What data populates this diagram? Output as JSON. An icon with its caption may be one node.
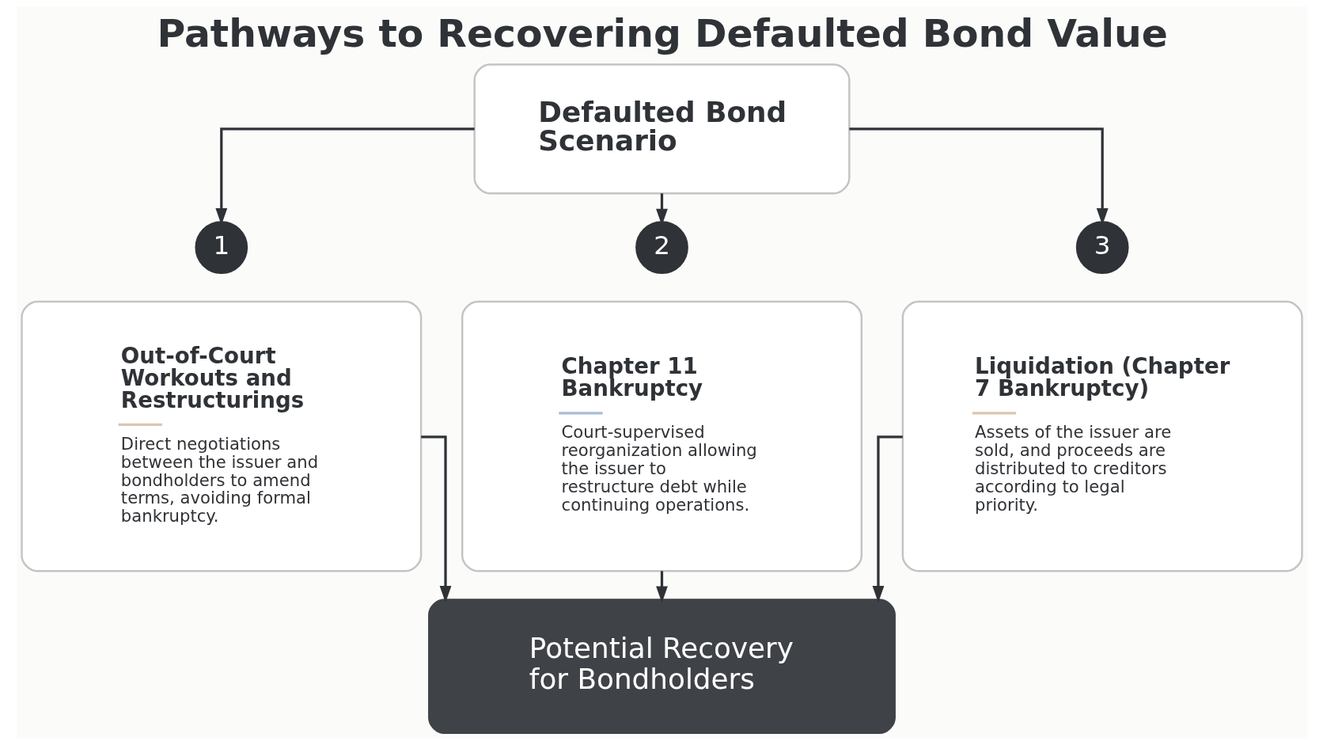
{
  "diagram": {
    "title": "Pathways to Recovering Defaulted Bond Value",
    "nodes": [
      {
        "text": [
          "Defaulted Bond Scenario"
        ]
      },
      {
        "text": [
          "1"
        ]
      },
      {
        "text": [
          "Out-of-Court Workouts and Restructurings",
          "Direct negotiations between the issuer and bondholders to amend terms, avoiding formal bankruptcy."
        ]
      },
      {
        "text": [
          "2"
        ]
      },
      {
        "text": [
          "Chapter 11 Bankruptcy",
          "Court-supervised reorganization allowing the issuer to restructure debt while continuing operations."
        ]
      },
      {
        "text": [
          "3"
        ]
      },
      {
        "text": [
          "Liquidation (Chapter 7 Bankruptcy)",
          "Assets of the issuer are sold, and proceeds are distributed to creditors according to legal priority."
        ]
      },
      {
        "text": [
          "Potential Recovery for Bondholders"
        ]
      }
    ],
    "edges": [
      {
        "from": 0,
        "to": 1,
        "arrow": "to"
      },
      {
        "from": 0,
        "to": 3,
        "arrow": "to"
      },
      {
        "from": 0,
        "to": 5,
        "arrow": "to"
      },
      {
        "from": 2,
        "to": 7,
        "arrow": "to"
      },
      {
        "from": 4,
        "to": 7,
        "arrow": "to"
      },
      {
        "from": 6,
        "to": 7,
        "arrow": "to"
      }
    ]
  }
}
